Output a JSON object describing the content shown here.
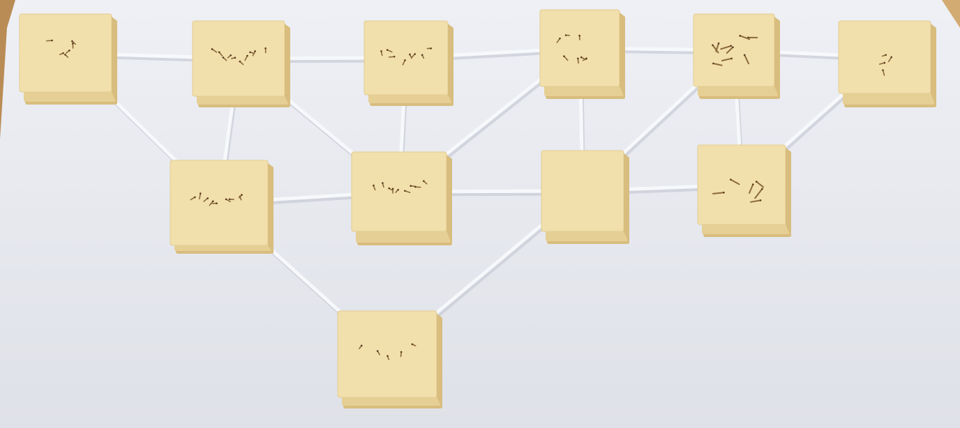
{
  "scene": {
    "colors": {
      "table": "#c9a574",
      "board": "#e7e8ee",
      "foam_top": "#f1dfac",
      "foam_side": "#e6cf94",
      "foam_edge": "#d8bd7e",
      "tube": "#f6f8fb",
      "pin": "#8a6a3a",
      "pin_head": "#5a3b1e"
    },
    "nodes": [
      {
        "id": "r1-1",
        "row": 1,
        "pins": 6,
        "pattern": "loose-arc"
      },
      {
        "id": "r1-2",
        "row": 1,
        "pins": 10,
        "pattern": "v-shape"
      },
      {
        "id": "r1-3",
        "row": 1,
        "pins": 8,
        "pattern": "v-shape"
      },
      {
        "id": "r1-4",
        "row": 1,
        "pins": 7,
        "pattern": "sparse-dots"
      },
      {
        "id": "r1-5",
        "row": 1,
        "pins": 9,
        "pattern": "scattered-sticks"
      },
      {
        "id": "r1-6",
        "row": 1,
        "pins": 4,
        "pattern": "sparse-dots"
      },
      {
        "id": "r2-1",
        "row": 2,
        "pins": 9,
        "pattern": "v-shape"
      },
      {
        "id": "r2-2",
        "row": 2,
        "pins": 9,
        "pattern": "v-shape"
      },
      {
        "id": "r2-3",
        "row": 2,
        "pins": 0,
        "pattern": "none"
      },
      {
        "id": "r2-4",
        "row": 2,
        "pins": 6,
        "pattern": "scattered-sticks"
      },
      {
        "id": "r3-1",
        "row": 3,
        "pins": 5,
        "pattern": "v-shape"
      }
    ],
    "connections": [
      [
        "r1-1",
        "r1-2"
      ],
      [
        "r1-2",
        "r1-3"
      ],
      [
        "r1-3",
        "r1-4"
      ],
      [
        "r1-4",
        "r1-5"
      ],
      [
        "r1-5",
        "r1-6"
      ],
      [
        "r1-1",
        "r2-1"
      ],
      [
        "r1-2",
        "r2-1"
      ],
      [
        "r1-2",
        "r2-2"
      ],
      [
        "r1-3",
        "r2-2"
      ],
      [
        "r1-4",
        "r2-2"
      ],
      [
        "r1-4",
        "r2-3"
      ],
      [
        "r1-5",
        "r2-3"
      ],
      [
        "r1-5",
        "r2-4"
      ],
      [
        "r1-6",
        "r2-4"
      ],
      [
        "r2-1",
        "r2-2"
      ],
      [
        "r2-2",
        "r2-3"
      ],
      [
        "r2-3",
        "r2-4"
      ],
      [
        "r2-1",
        "r3-1"
      ],
      [
        "r2-3",
        "r3-1"
      ]
    ]
  }
}
